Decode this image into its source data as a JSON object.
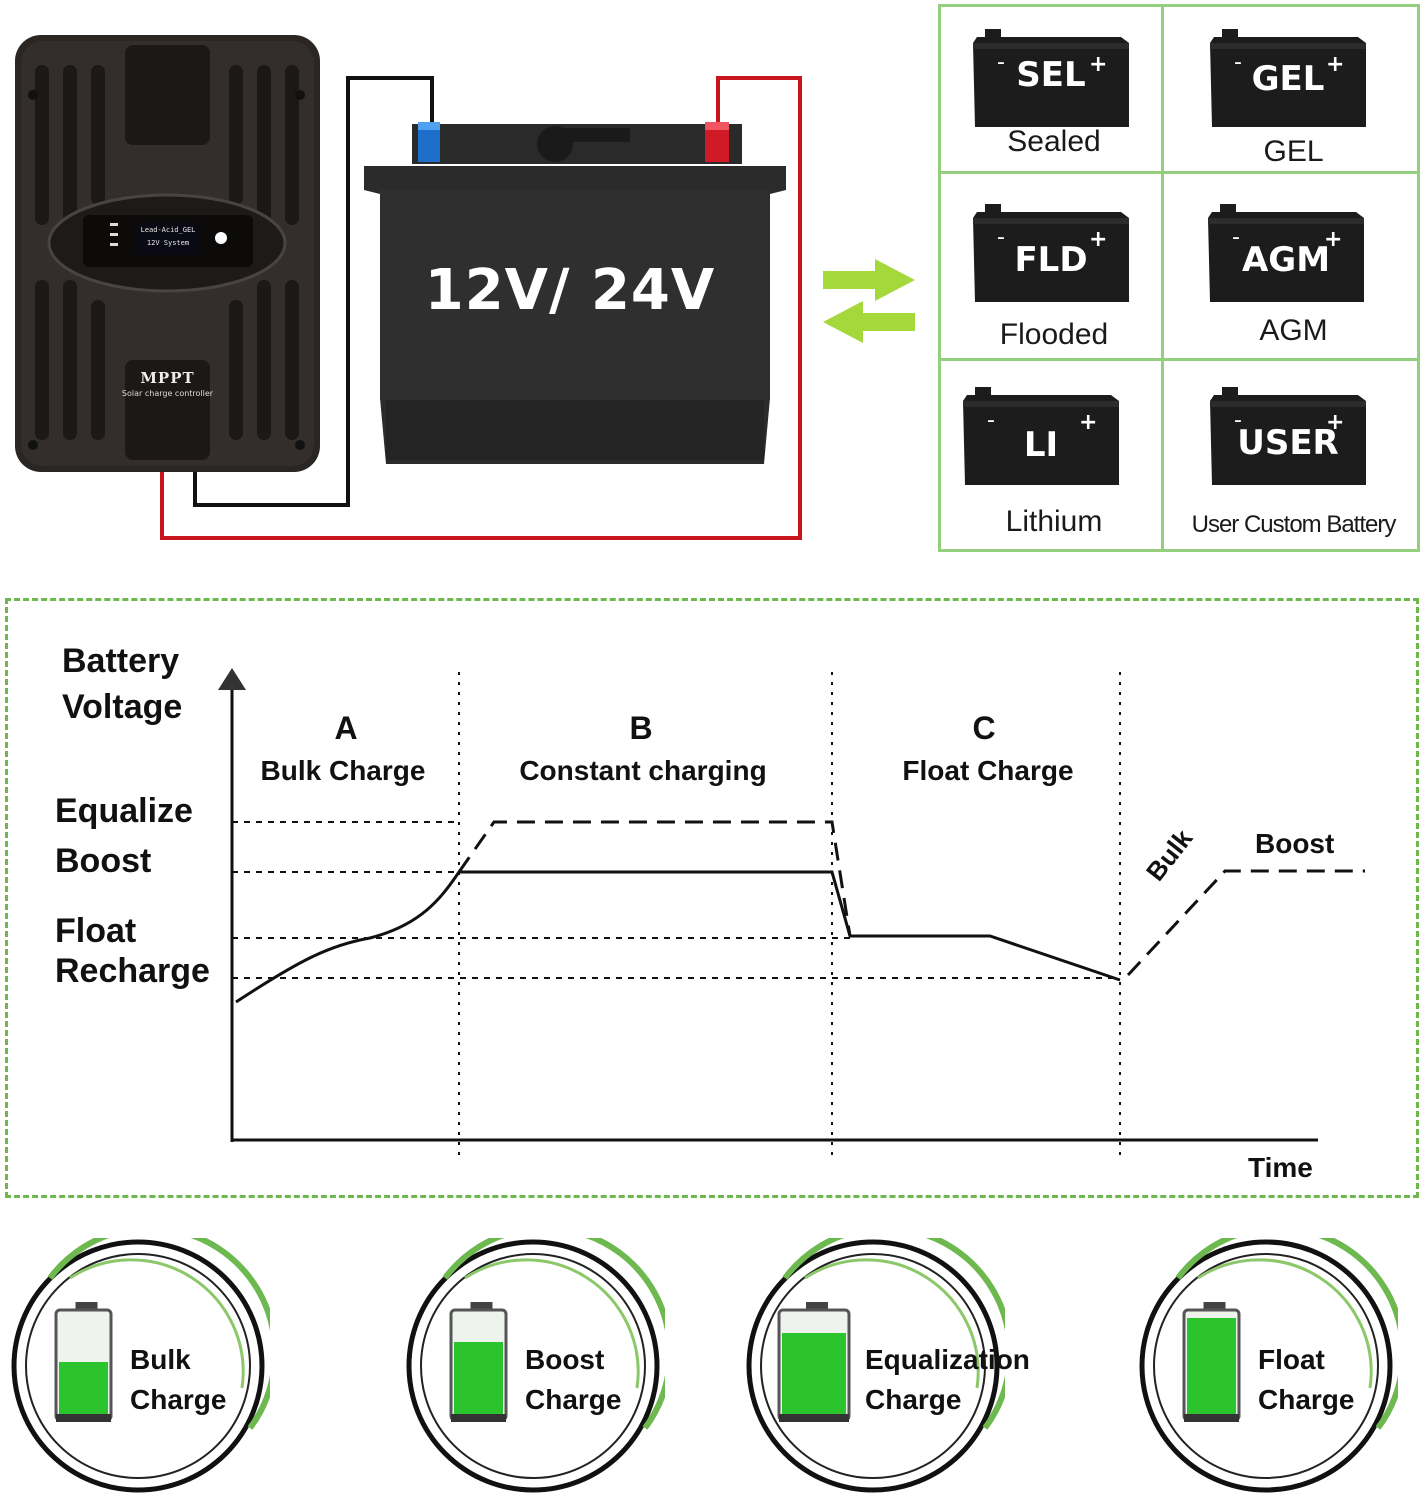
{
  "controller": {
    "screen_line1": "Lead-Acid_GEL",
    "screen_line2": "12V System",
    "brand": "MPPT",
    "subtitle": "Solar charge controller"
  },
  "battery": {
    "label": "12V/ 24V"
  },
  "battery_types": [
    {
      "code": "SEL",
      "name": "Sealed"
    },
    {
      "code": "GEL",
      "name": "GEL"
    },
    {
      "code": "FLD",
      "name": "Flooded"
    },
    {
      "code": "AGM",
      "name": "AGM"
    },
    {
      "code": "LI",
      "name": "Lithium"
    },
    {
      "code": "USER",
      "name": "User Custom Battery"
    }
  ],
  "chart": {
    "y_axis_title_line1": "Battery",
    "y_axis_title_line2": "Voltage",
    "x_axis_title": "Time",
    "levels": [
      "Equalize",
      "Boost",
      "Float",
      "Recharge"
    ],
    "phases": [
      {
        "letter": "A",
        "name": "Bulk Charge"
      },
      {
        "letter": "B",
        "name": "Constant charging"
      },
      {
        "letter": "C",
        "name": "Float Charge"
      }
    ],
    "annot_bulk": "Bulk",
    "annot_boost": "Boost"
  },
  "stages": [
    {
      "line1": "Bulk",
      "line2": "Charge",
      "fill": 0.55
    },
    {
      "line1": "Boost",
      "line2": "Charge",
      "fill": 0.75
    },
    {
      "line1": "Equalization",
      "line2": "Charge",
      "fill": 0.85
    },
    {
      "line1": "Float",
      "line2": "Charge",
      "fill": 1.0
    }
  ],
  "colors": {
    "accent_green": "#6db84f",
    "wire_red": "#c8141c",
    "wire_black": "#111111"
  }
}
